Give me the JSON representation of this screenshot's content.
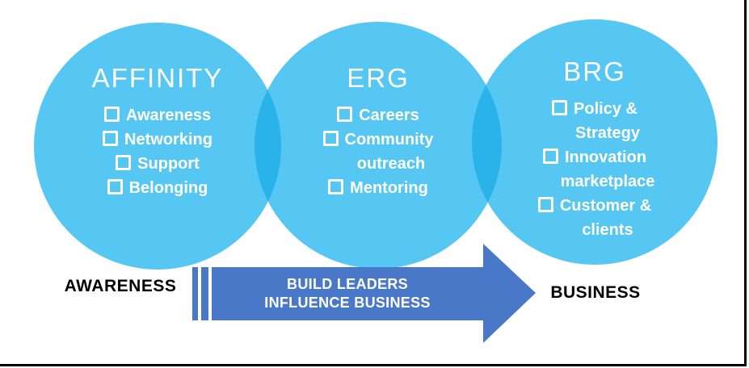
{
  "diagram": {
    "kind": "venn-progression",
    "background": "#FFFFFF",
    "frame_border_color": "#000000"
  },
  "colors": {
    "circle_fill": "#56C6F2",
    "overlap_fill": "#29B3E9",
    "arrow_fill": "#4A78C8",
    "circle_text": "#FFFFFF",
    "arrow_text": "#FFFFFF",
    "stage_label_text": "#000000"
  },
  "circles": [
    {
      "title": "AFFINITY",
      "items": [
        [
          "Awareness"
        ],
        [
          "Networking"
        ],
        [
          "Support"
        ],
        [
          "Belonging"
        ]
      ]
    },
    {
      "title": "ERG",
      "items": [
        [
          "Careers"
        ],
        [
          "Community",
          "outreach"
        ],
        [
          "Mentoring"
        ]
      ]
    },
    {
      "title": "BRG",
      "items": [
        [
          "Policy &",
          "Strategy"
        ],
        [
          "Innovation",
          "marketplace"
        ],
        [
          "Customer &",
          "clients"
        ]
      ]
    }
  ],
  "arrow": {
    "line1": "BUILD LEADERS",
    "line2": "INFLUENCE BUSINESS"
  },
  "stage_labels": {
    "left": "AWARENESS",
    "right": "BUSINESS"
  }
}
